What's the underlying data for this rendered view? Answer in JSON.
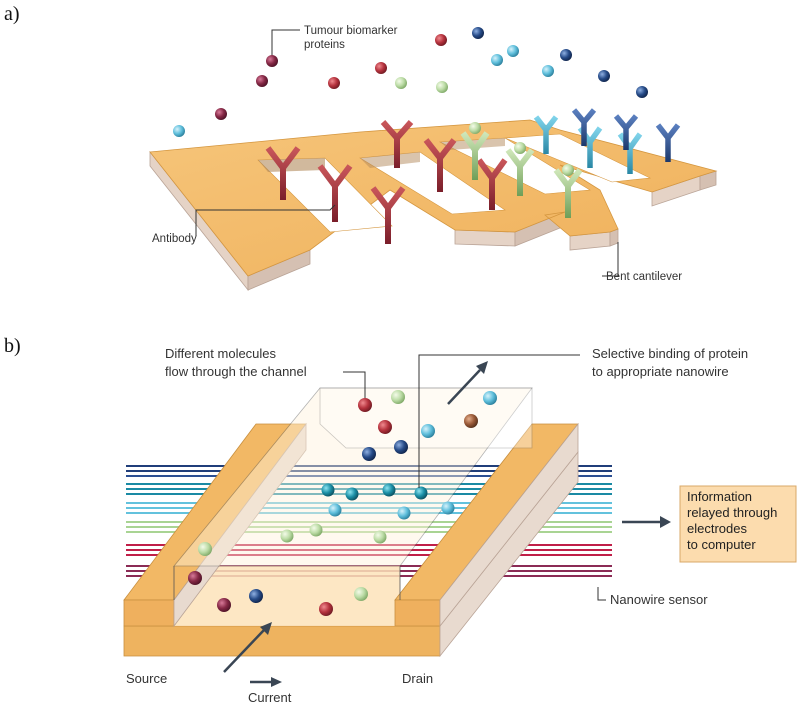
{
  "panel_a": {
    "letter": "a)",
    "labels": {
      "proteins_line1": "Tumour biomarker",
      "proteins_line2": "proteins",
      "antibody": "Antibody",
      "bent_cantilever": "Bent cantilever"
    }
  },
  "panel_b": {
    "letter": "b)",
    "labels": {
      "molecules_line1": "Different molecules",
      "molecules_line2": "flow through the channel",
      "binding_line1": "Selective binding of protein",
      "binding_line2": "to appropriate nanowire",
      "info_line1": "Information",
      "info_line2": "relayed through",
      "info_line3": "electrodes",
      "info_line4": "to computer",
      "nanowire_sensor": "Nanowire sensor",
      "source": "Source",
      "drain": "Drain",
      "current": "Current"
    }
  },
  "colors": {
    "gold": "#f2b865",
    "gold_edge": "#d99b47",
    "slab_side": "#e3d1c6",
    "red_protein": "#a8313a",
    "maroon_protein": "#7f2640",
    "green_protein": "#b7d9a1",
    "cyan_protein": "#61c0dc",
    "navy_protein": "#254a86",
    "teal_protein": "#1d8fa6",
    "brown_protein": "#9a5a38",
    "info_box": "#fcdcae"
  }
}
